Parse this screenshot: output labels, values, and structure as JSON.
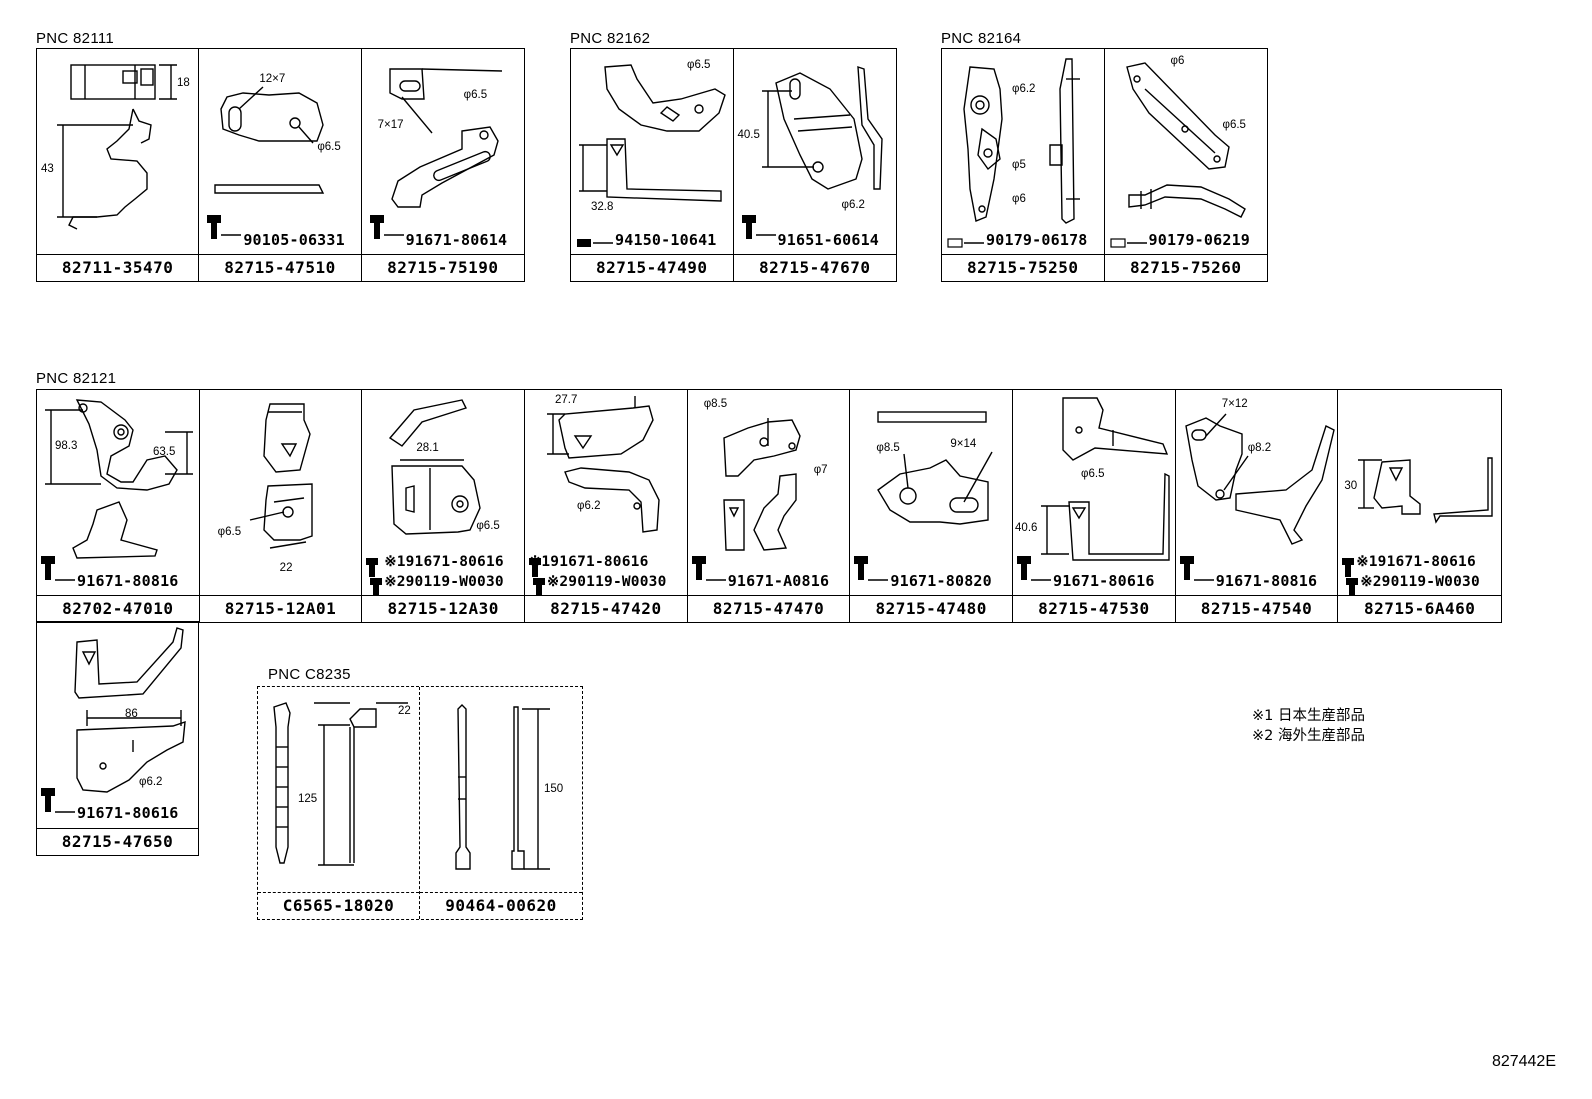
{
  "groups": {
    "g82111": {
      "label": "PNC 82111",
      "cells": [
        {
          "part": "82711-35470",
          "dims": [
            "18",
            "43"
          ]
        },
        {
          "part": "82715-47510",
          "sub": "90105-06331",
          "dims": [
            "12×7",
            "φ6.5"
          ]
        },
        {
          "part": "82715-75190",
          "sub": "91671-80614",
          "dims": [
            "7×17",
            "φ6.5"
          ]
        }
      ]
    },
    "g82162": {
      "label": "PNC 82162",
      "cells": [
        {
          "part": "82715-47490",
          "sub": "94150-10641",
          "dims": [
            "φ6.5",
            "32.8"
          ]
        },
        {
          "part": "82715-47670",
          "sub": "91651-60614",
          "dims": [
            "40.5",
            "φ6.2"
          ]
        }
      ]
    },
    "g82164": {
      "label": "PNC 82164",
      "cells": [
        {
          "part": "82715-75250",
          "sub": "90179-06178",
          "dims": [
            "φ6.2",
            "φ5",
            "φ6"
          ]
        },
        {
          "part": "82715-75260",
          "sub": "90179-06219",
          "dims": [
            "φ6",
            "φ6.5"
          ]
        }
      ]
    },
    "g82121": {
      "label": "PNC 82121",
      "cells": [
        {
          "part": "82702-47010",
          "sub": "91671-80816",
          "dims": [
            "98.3",
            "63.5"
          ]
        },
        {
          "part": "82715-12A01",
          "dims": [
            "φ6.5",
            "22"
          ]
        },
        {
          "part": "82715-12A30",
          "sub1": "※191671-80616",
          "sub2": "※290119-W0030",
          "dims": [
            "28.1",
            "φ6.5"
          ]
        },
        {
          "part": "82715-47420",
          "sub1": "※191671-80616",
          "sub2": "※290119-W0030",
          "dims": [
            "27.7",
            "φ6.2"
          ]
        },
        {
          "part": "82715-47470",
          "sub": "91671-A0816",
          "dims": [
            "φ8.5",
            "φ7"
          ]
        },
        {
          "part": "82715-47480",
          "sub": "91671-80820",
          "dims": [
            "φ8.5",
            "9×14"
          ]
        },
        {
          "part": "82715-47530",
          "sub": "91671-80616",
          "dims": [
            "φ6.5",
            "40.6"
          ]
        },
        {
          "part": "82715-47540",
          "sub": "91671-80816",
          "dims": [
            "7×12",
            "φ8.2"
          ]
        },
        {
          "part": "82715-6A460",
          "sub1": "※191671-80616",
          "sub2": "※290119-W0030",
          "dims": [
            "30"
          ]
        }
      ]
    },
    "g82121b": {
      "cells": [
        {
          "part": "82715-47650",
          "sub": "91671-80616",
          "dims": [
            "86",
            "φ6.2"
          ]
        }
      ]
    },
    "gC8235": {
      "label": "PNC C8235",
      "cells": [
        {
          "part": "C6565-18020",
          "dims": [
            "22",
            "125"
          ]
        },
        {
          "part": "90464-00620",
          "dims": [
            "150"
          ]
        }
      ]
    }
  },
  "notes": [
    "※1 日本生産部品",
    "※2 海外生産部品"
  ],
  "diagram_id": "827442E"
}
